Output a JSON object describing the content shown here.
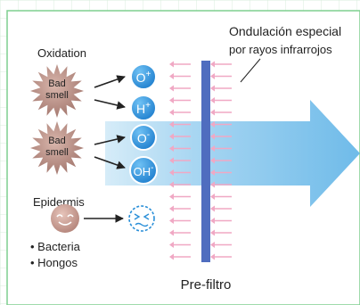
{
  "colors": {
    "background": "#ffffff",
    "grid_line": "#d8eedc",
    "border": "#7fcf8f",
    "flow_arrow": "#7fc3ec",
    "filter_bar": "#4f6dbf",
    "infrared_arrows": "#f0a8c4",
    "ion_fill": "#2a8fd8",
    "ion_ring": "#ffffff",
    "bad_smell_fill": "#b58880",
    "epidermis_face": "#c4958a",
    "text": "#222222"
  },
  "labels": {
    "infrared_title_line1": "Ondulación especial",
    "infrared_title_line2": "por rayos infrarrojos",
    "oxidation": "Oxidation",
    "bad_smell_1": "Bad\nsmell",
    "bad_smell_2": "Bad\nsmell",
    "epidermis": "Epidermis",
    "bullet_1": "• Bacteria",
    "bullet_2": "• Hongos",
    "prefilter": "Pre-filtro"
  },
  "ions": [
    {
      "base": "O",
      "sup": "+"
    },
    {
      "base": "H",
      "sup": "+"
    },
    {
      "base": "O",
      "sup": "-"
    },
    {
      "base": "OH",
      "sup": "-"
    }
  ],
  "icons": {
    "smiley": "smiley-face-icon",
    "dizzy": "dizzy-face-icon"
  }
}
